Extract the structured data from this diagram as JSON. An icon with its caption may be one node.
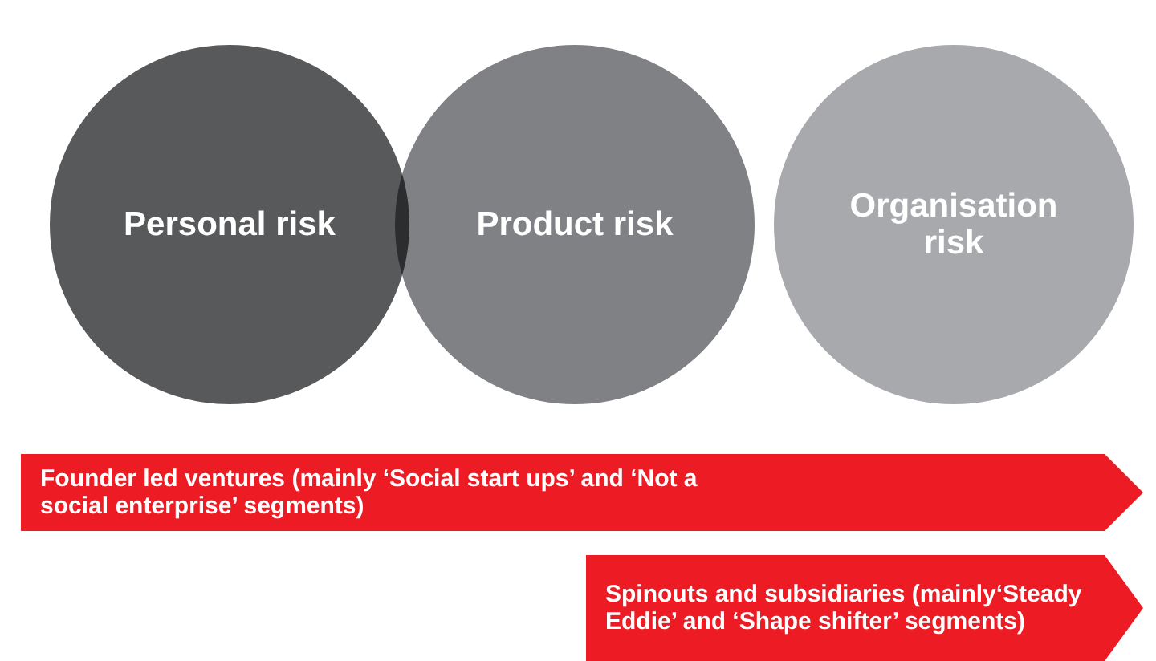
{
  "diagram": {
    "nodes": [
      {
        "text": [
          "Personal risk"
        ]
      },
      {
        "text": [
          "Product risk"
        ]
      },
      {
        "text": [
          "Organisation risk"
        ]
      },
      {
        "text": [
          "Founder led ventures (mainly ‘Social start ups’ and ‘Not a social enterprise’ segments)"
        ]
      },
      {
        "text": [
          "Spinouts and subsidiaries (mainly‘Steady Eddie’ and ‘Shape shifter’ segments)"
        ]
      }
    ]
  }
}
